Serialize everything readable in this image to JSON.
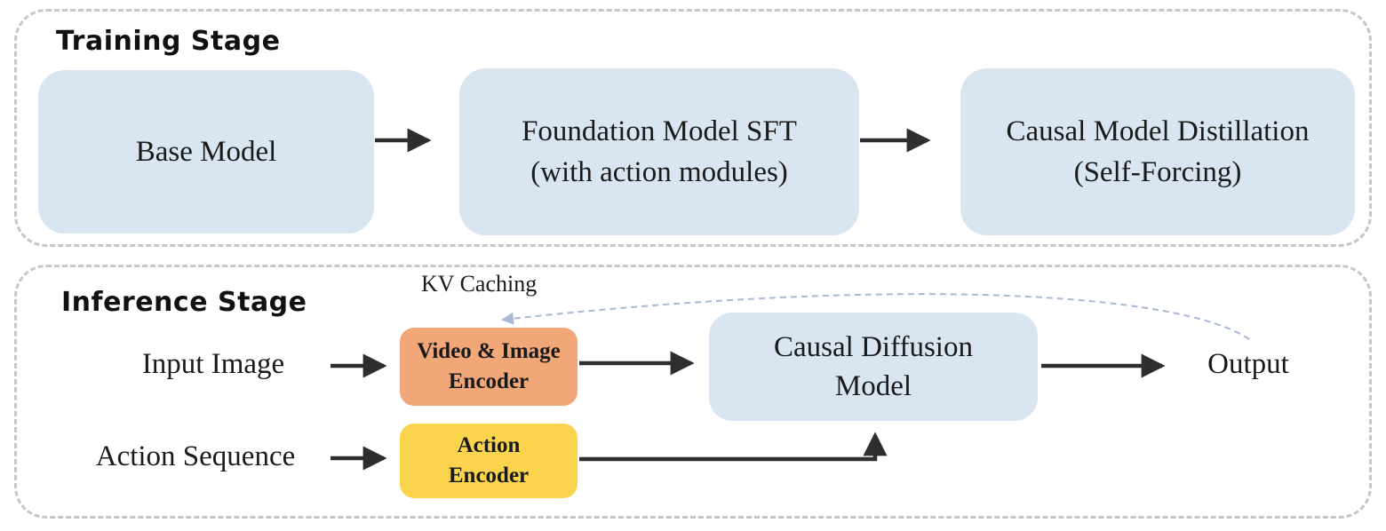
{
  "training": {
    "title": "Training Stage",
    "boxes": [
      {
        "line1": "Base Model",
        "line2": ""
      },
      {
        "line1": "Foundation Model SFT",
        "line2": "(with action modules)"
      },
      {
        "line1": "Causal Model Distillation",
        "line2": "(Self-Forcing)"
      }
    ]
  },
  "inference": {
    "title": "Inference Stage",
    "kv_caching_label": "KV Caching",
    "input_image_label": "Input Image",
    "action_sequence_label": "Action Sequence",
    "video_image_encoder": {
      "line1": "Video & Image",
      "line2": "Encoder"
    },
    "action_encoder": {
      "line1": "Action",
      "line2": "Encoder"
    },
    "causal_diffusion_model": {
      "line1": "Causal Diffusion",
      "line2": "Model"
    },
    "output_label": "Output"
  },
  "colors": {
    "box_blue": "#d9e6f2",
    "box_orange": "#f2a778",
    "box_yellow": "#fbd44e",
    "arrow_dark": "#2e2e2e",
    "panel_border": "#c6c6c6",
    "kv_curve": "#a9b8d4",
    "text": "#1a1a1a"
  }
}
